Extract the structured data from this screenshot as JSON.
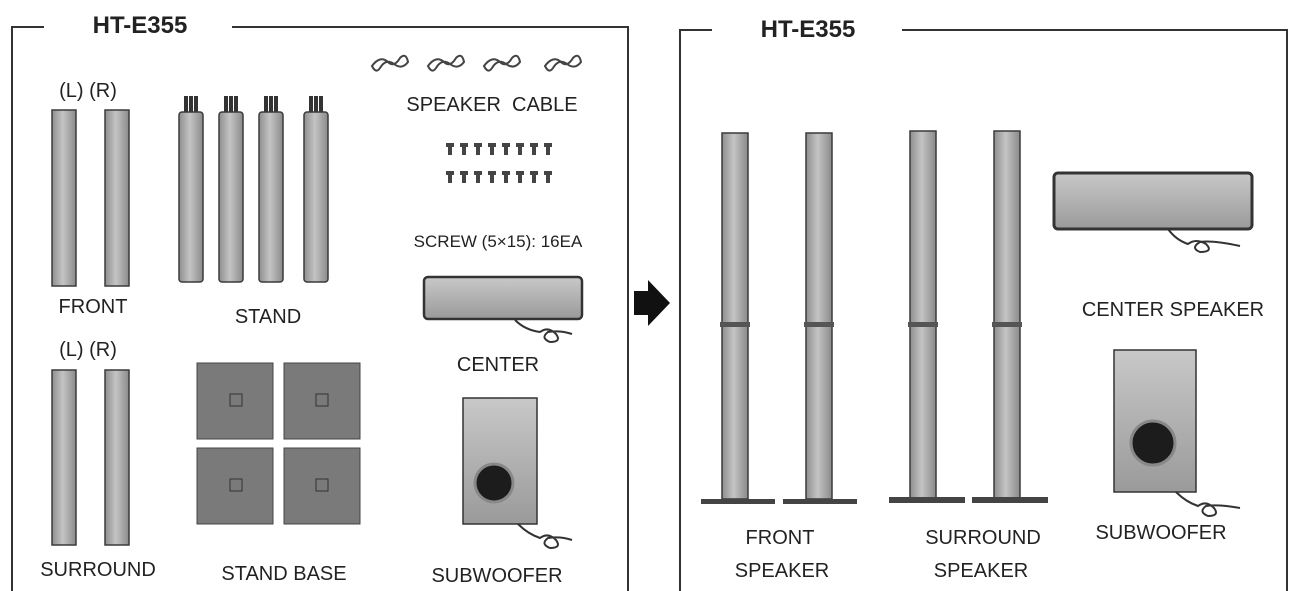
{
  "left_panel": {
    "title": "HT-E355",
    "front_lr": "(L) (R)",
    "front_label": "FRONT",
    "surround_lr": "(L) (R)",
    "surround_label": "SURROUND",
    "stand_label": "STAND",
    "stand_base_label": "STAND BASE",
    "speaker_cable_label": "SPEAKER  CABLE",
    "screw_label": "SCREW (5×15): 16EA",
    "center_label": "CENTER",
    "subwoofer_label": "SUBWOOFER"
  },
  "right_panel": {
    "title": "HT-E355",
    "front_label_1": "FRONT",
    "front_label_2": "SPEAKER",
    "surround_label_1": "SURROUND",
    "surround_label_2": "SPEAKER",
    "center_label": "CENTER SPEAKER",
    "subwoofer_label": "SUBWOOFER"
  },
  "arrow_icon": "right-arrow-icon",
  "colors": {
    "speaker_fill": "#b0b0b0",
    "speaker_stroke": "#3a3a3a",
    "base_fill": "#7a7a7a",
    "frame": "#333333"
  }
}
